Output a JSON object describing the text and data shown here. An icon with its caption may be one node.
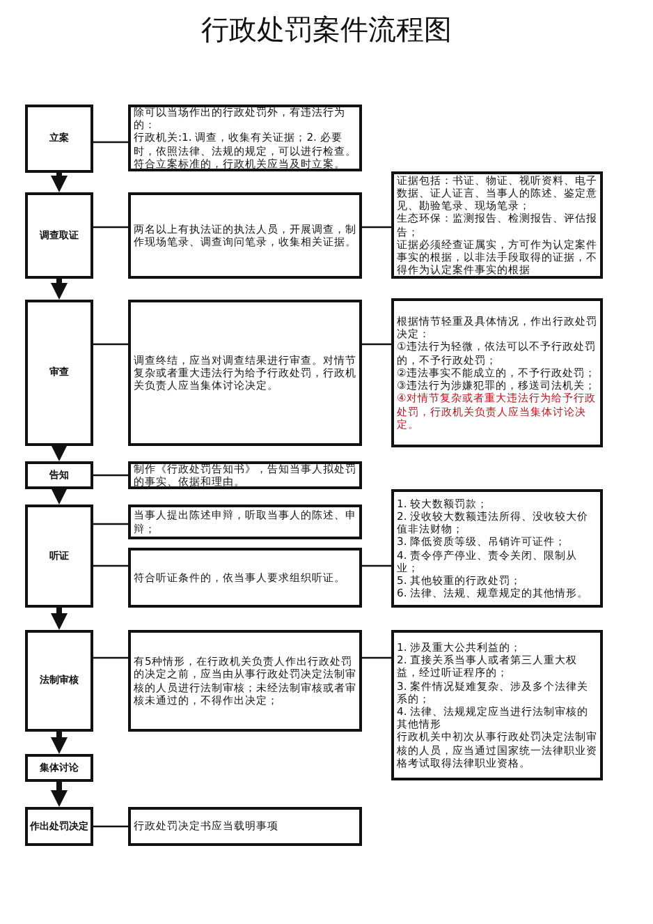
{
  "diagram": {
    "title": "行政处罚案件流程图",
    "nodes": [
      {
        "text": [
          "立案"
        ]
      },
      {
        "text": [
          "除可以当场作出的行政处罚外，有违法行为的：",
          "行政机关:1. 调查，收集有关证据；2. 必要时，依照法律、法规的规定，可以进行检查。",
          "符合立案标准的，行政机关应当及时立案。"
        ]
      },
      {
        "text": [
          "调查取证"
        ]
      },
      {
        "text": [
          "两名以上有执法证的执法人员，开展调查，制作现场笔录、调查询问笔录，收集相关证据。"
        ]
      },
      {
        "text": [
          "证据包括：书证、物证、视听资料、电子数据、证人证言、当事人的陈述、鉴定意见、勘验笔录、现场笔录；",
          "生态环保：监测报告、检测报告、评估报告；",
          "证据必须经查证属实，方可作为认定案件事实的根据，以非法手段取得的证据，不得作为认定案件事实的根据"
        ]
      },
      {
        "text": [
          "审查"
        ]
      },
      {
        "text": [
          "调查终结，应当对调查结果进行审查。对情节复杂或者重大违法行为给予行政处罚，行政机关负责人应当集体讨论决定。"
        ]
      },
      {
        "text": [
          "根据情节轻重及具体情况，作出行政处罚决定：",
          "①违法行为轻微，依法可以不予行政处罚的，不予行政处罚；",
          "②违法事实不能成立的，不予行政处罚；",
          "③违法行为涉嫌犯罪的，移送司法机关；",
          "④对情节复杂或者重大违法行为给予行政处罚，行政机关负责人应当集体讨论决定。"
        ]
      },
      {
        "text": [
          "告知"
        ]
      },
      {
        "text": [
          "制作《行政处罚告知书》，告知当事人拟处罚的事实、依据和理由。"
        ]
      },
      {
        "text": [
          "听证"
        ]
      },
      {
        "text": [
          "当事人提出陈述申辩，听取当事人的陈述、申辩；"
        ]
      },
      {
        "text": [
          "符合听证条件的，依当事人要求组织听证。"
        ]
      },
      {
        "text": [
          "1. 较大数额罚款；",
          "2. 没收较大数额违法所得、没收较大价值非法财物；",
          "3. 降低资质等级、吊销许可证件；",
          "4. 责令停产停业、责令关闭、限制从业；",
          "5. 其他较重的行政处罚；",
          "6. 法律、法规、规章规定的其他情形。"
        ]
      },
      {
        "text": [
          "法制审核"
        ]
      },
      {
        "text": [
          "有5种情形，在行政机关负责人作出行政处罚的决定之前，应当由从事行政处罚决定法制审核的人员进行法制审核；未经法制审核或者审核未通过的，不得作出决定；"
        ]
      },
      {
        "text": [
          "1. 涉及重大公共利益的；",
          "2. 直接关系当事人或者第三人重大权益，经过听证程序的；",
          "3. 案件情况疑难复杂、涉及多个法律关系的；",
          "4. 法律、法规规定应当进行法制审核的其他情形",
          "行政机关中初次从事行政处罚决定法制审核的人员，应当通过国家统一法律职业资格考试取得法律职业资格。"
        ]
      },
      {
        "text": [
          "集体讨论"
        ]
      },
      {
        "text": [
          "作出处罚决定"
        ]
      },
      {
        "text": [
          "行政处罚决定书应当载明事项"
        ]
      }
    ],
    "edges": [
      {
        "from": 0,
        "to": 2,
        "arrow": "to",
        "style": "thick"
      },
      {
        "from": 2,
        "to": 5,
        "arrow": "to",
        "style": "thick"
      },
      {
        "from": 5,
        "to": 8,
        "arrow": "to",
        "style": "thick"
      },
      {
        "from": 8,
        "to": 10,
        "arrow": "to",
        "style": "thick"
      },
      {
        "from": 10,
        "to": 14,
        "arrow": "to",
        "style": "thick"
      },
      {
        "from": 14,
        "to": 17,
        "arrow": "to",
        "style": "thick"
      },
      {
        "from": 17,
        "to": 18,
        "arrow": "to",
        "style": "thick"
      },
      {
        "from": 0,
        "to": 1,
        "arrow": "none"
      },
      {
        "from": 2,
        "to": 3,
        "arrow": "none"
      },
      {
        "from": 3,
        "to": 4,
        "arrow": "none"
      },
      {
        "from": 5,
        "to": 6,
        "arrow": "none"
      },
      {
        "from": 6,
        "to": 7,
        "arrow": "none"
      },
      {
        "from": 8,
        "to": 9,
        "arrow": "none"
      },
      {
        "from": 10,
        "to": 11,
        "arrow": "none"
      },
      {
        "from": 10,
        "to": 12,
        "arrow": "none"
      },
      {
        "from": 12,
        "to": 13,
        "arrow": "none"
      },
      {
        "from": 14,
        "to": 15,
        "arrow": "none"
      },
      {
        "from": 15,
        "to": 16,
        "arrow": "none"
      },
      {
        "from": 18,
        "to": 19,
        "arrow": "none"
      }
    ]
  }
}
